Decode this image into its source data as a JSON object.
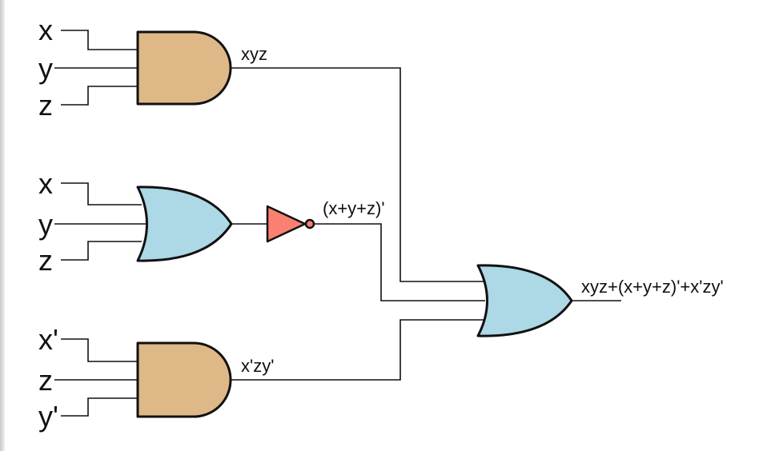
{
  "colors": {
    "and_gate": "#deb887",
    "or_gate": "#add8e6",
    "not_gate": "#fa8072",
    "wire": "#111111"
  },
  "gate1": {
    "inputs": [
      "x",
      "y",
      "z"
    ],
    "output": "xyz"
  },
  "gate2": {
    "inputs": [
      "x",
      "y",
      "z"
    ],
    "output": "(x+y+z)'"
  },
  "gate3": {
    "inputs": [
      "x'",
      "z",
      "y'"
    ],
    "output": "x'zy'"
  },
  "final_output": "xyz+(x+y+z)'+x'zy'"
}
